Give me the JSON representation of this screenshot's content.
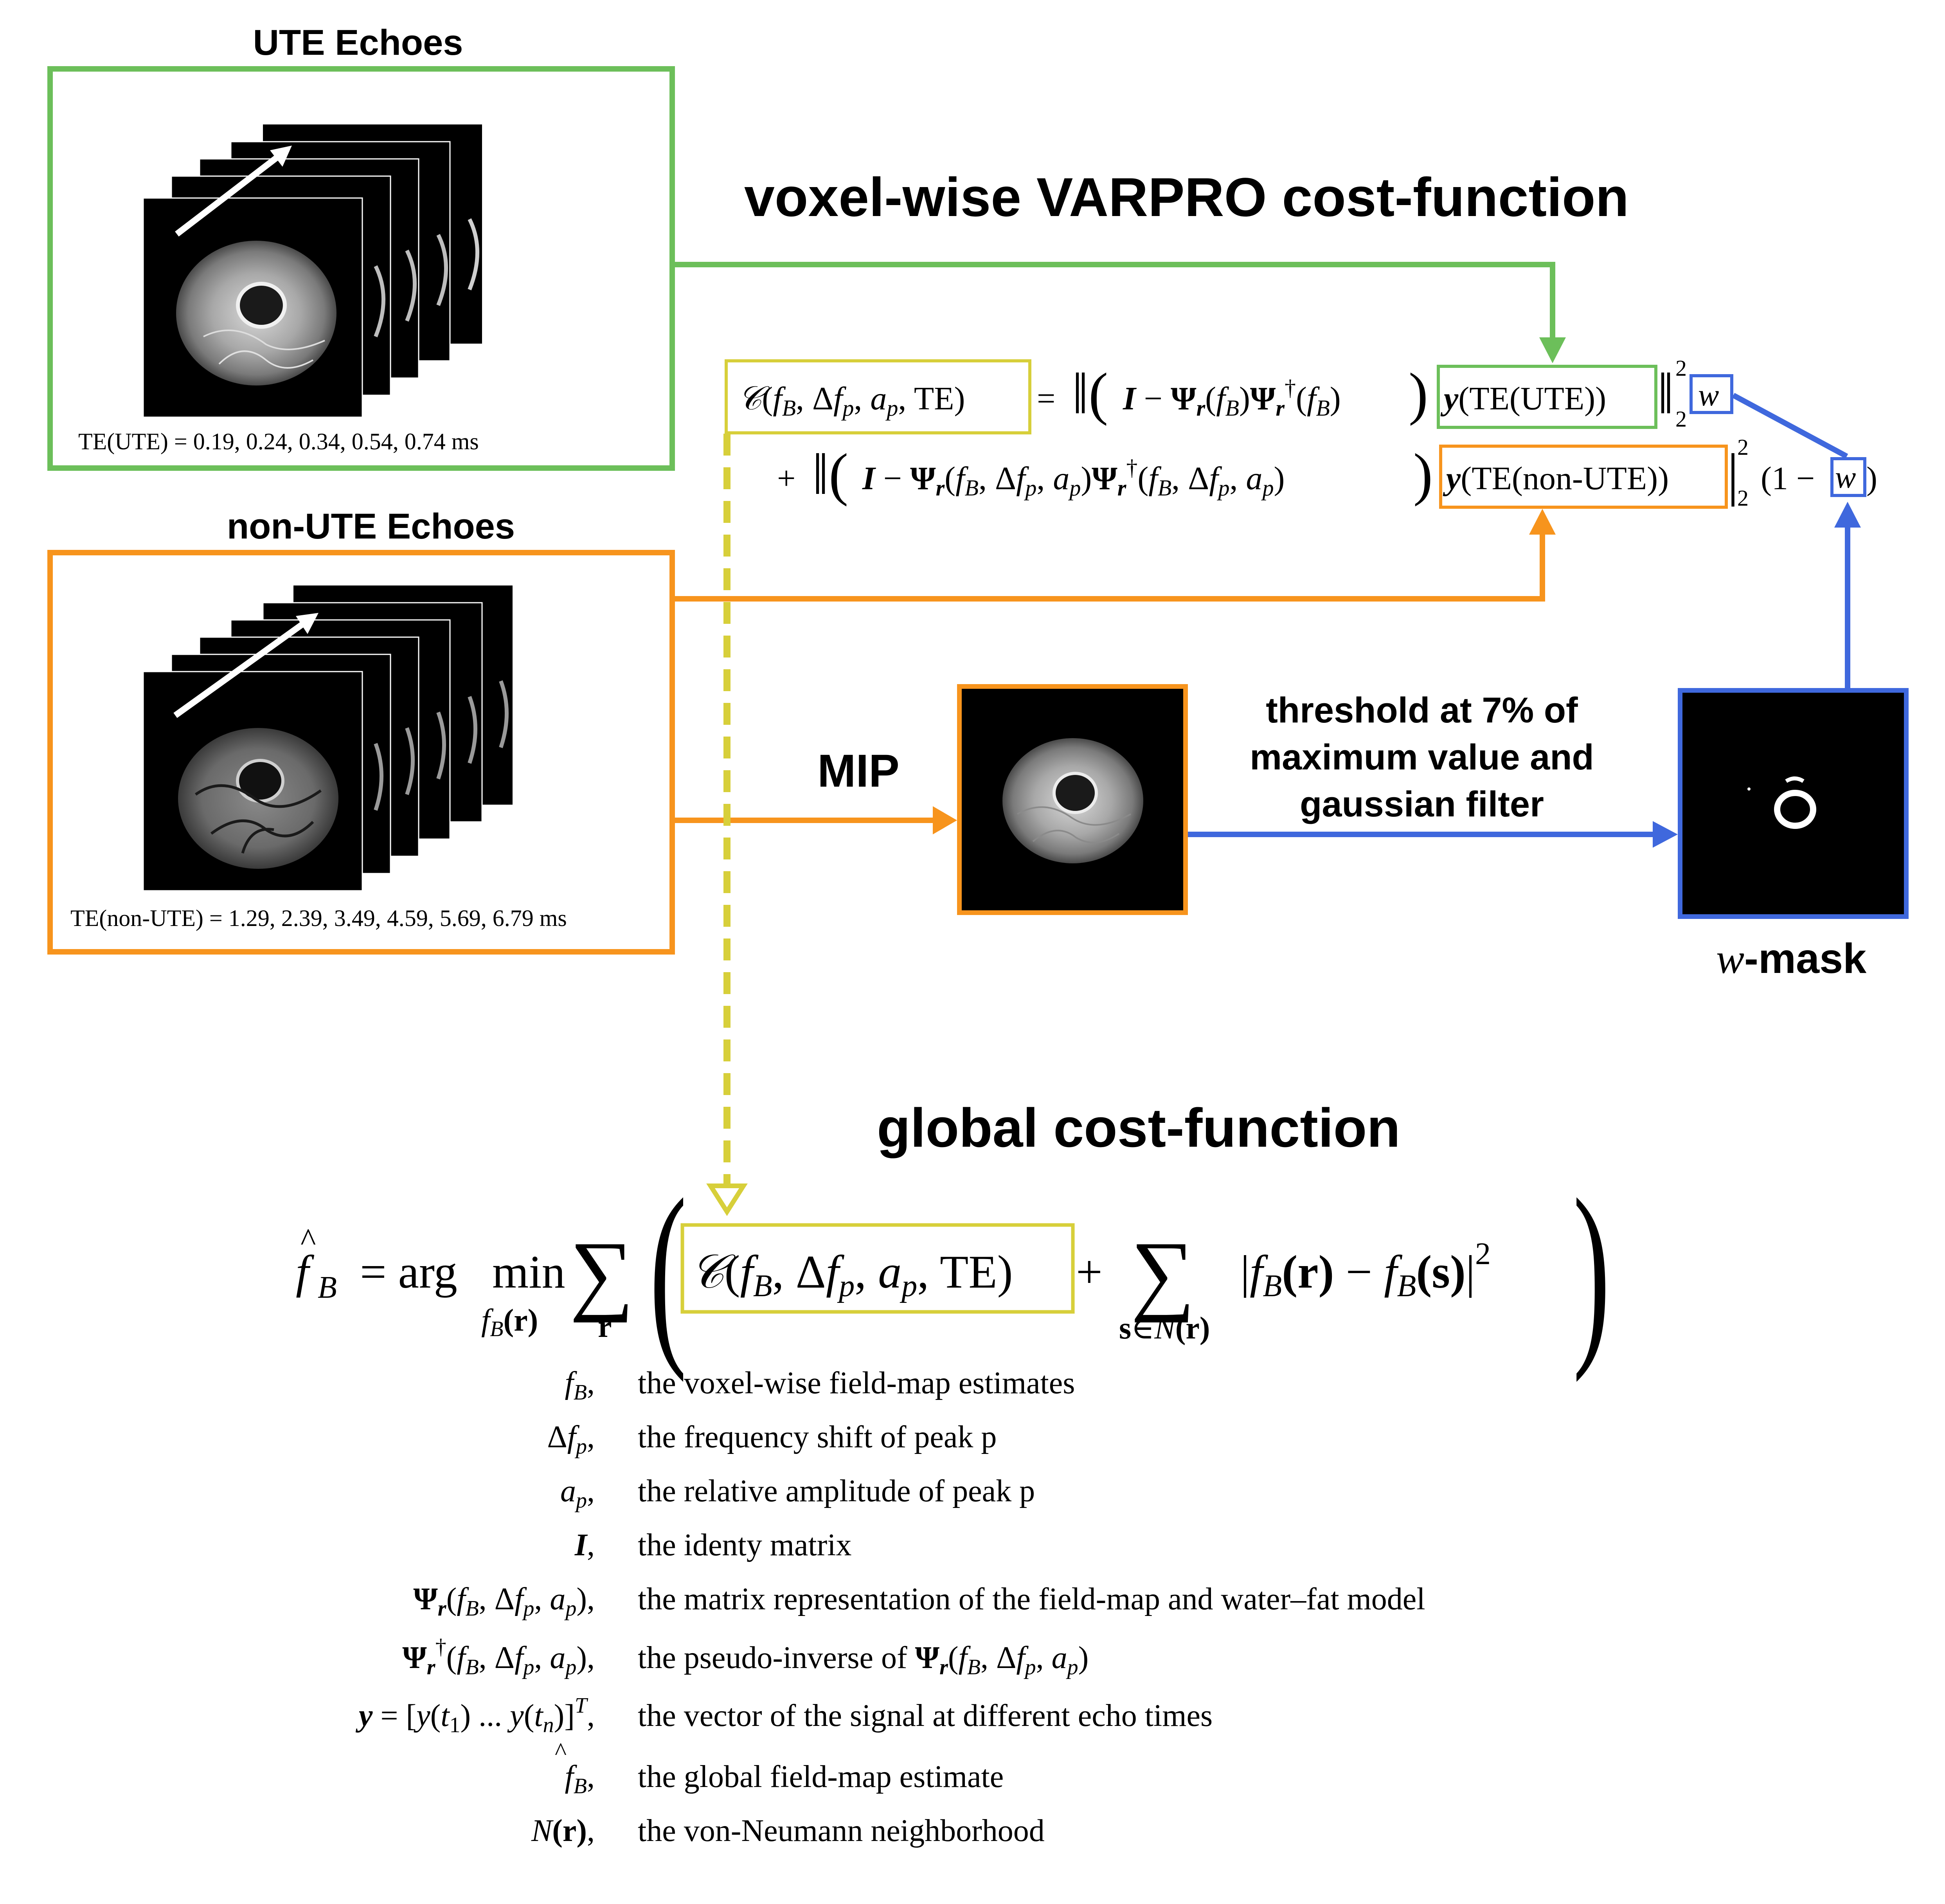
{
  "ute": {
    "title": "UTE Echoes",
    "te_caption": "TE(UTE) = 0.19, 0.24, 0.34, 0.54, 0.74 ms"
  },
  "nonute": {
    "title": "non-UTE Echoes",
    "te_caption": "TE(non-UTE) = 1.29, 2.39, 3.49, 4.59, 5.69, 6.79 ms"
  },
  "voxel_title": "voxel-wise VARPRO cost-function",
  "mip_label": "MIP",
  "threshold_label": [
    "threshold at 7% of",
    "maximum value and",
    "gaussian filter"
  ],
  "w_mask": {
    "symbol": "w",
    "suffix": "-mask"
  },
  "global_title": "global cost-function",
  "equation_voxel": {
    "lhs": "C(f_B, Δf_p, a_p, TE) =",
    "term1": "‖(I − Ψ_r(f_B) Ψ_r†(f_B)) y(TE(UTE))‖₂² w",
    "term2": "+ ‖(I − Ψ_r(f_B, Δf_p, a_p) Ψ_r†(f_B, Δf_p, a_p)) y(TE(non-UTE))‖₂² (1 − w)"
  },
  "equation_global": "f̂_B = arg min_{f_B(r)} Σ_r ( C(f_B, Δf_p, a_p, TE) + Σ_{s∈N(r)} |f_B(r) − f_B(s)|² )",
  "definitions": [
    {
      "symbol": "f_B,",
      "desc": "the voxel-wise field-map estimates"
    },
    {
      "symbol": "Δf_p,",
      "desc": "the frequency shift of peak p"
    },
    {
      "symbol": "a_p,",
      "desc": "the relative amplitude of peak p"
    },
    {
      "symbol": "I,",
      "desc": "the identy matrix"
    },
    {
      "symbol": "Ψ_r(f_B, Δf_p, a_p),",
      "desc": "the matrix representation of the field-map and water–fat model"
    },
    {
      "symbol": "Ψ_r†(f_B, Δf_p, a_p),",
      "desc": "the pseudo-inverse of Ψ_r(f_B, Δf_p, a_p)"
    },
    {
      "symbol": "y = [y(t_1) ... y(t_n)]^T,",
      "desc": "the vector of the signal at different echo times"
    },
    {
      "symbol": "f̂_B,",
      "desc": "the global field-map estimate"
    },
    {
      "symbol": "N(r),",
      "desc": "the von-Neumann neighborhood"
    }
  ],
  "colors": {
    "green": "#6cbf5a",
    "orange": "#f7941d",
    "blue": "#3f68dd",
    "yellow": "#d7cf3a",
    "text": "#000000"
  }
}
